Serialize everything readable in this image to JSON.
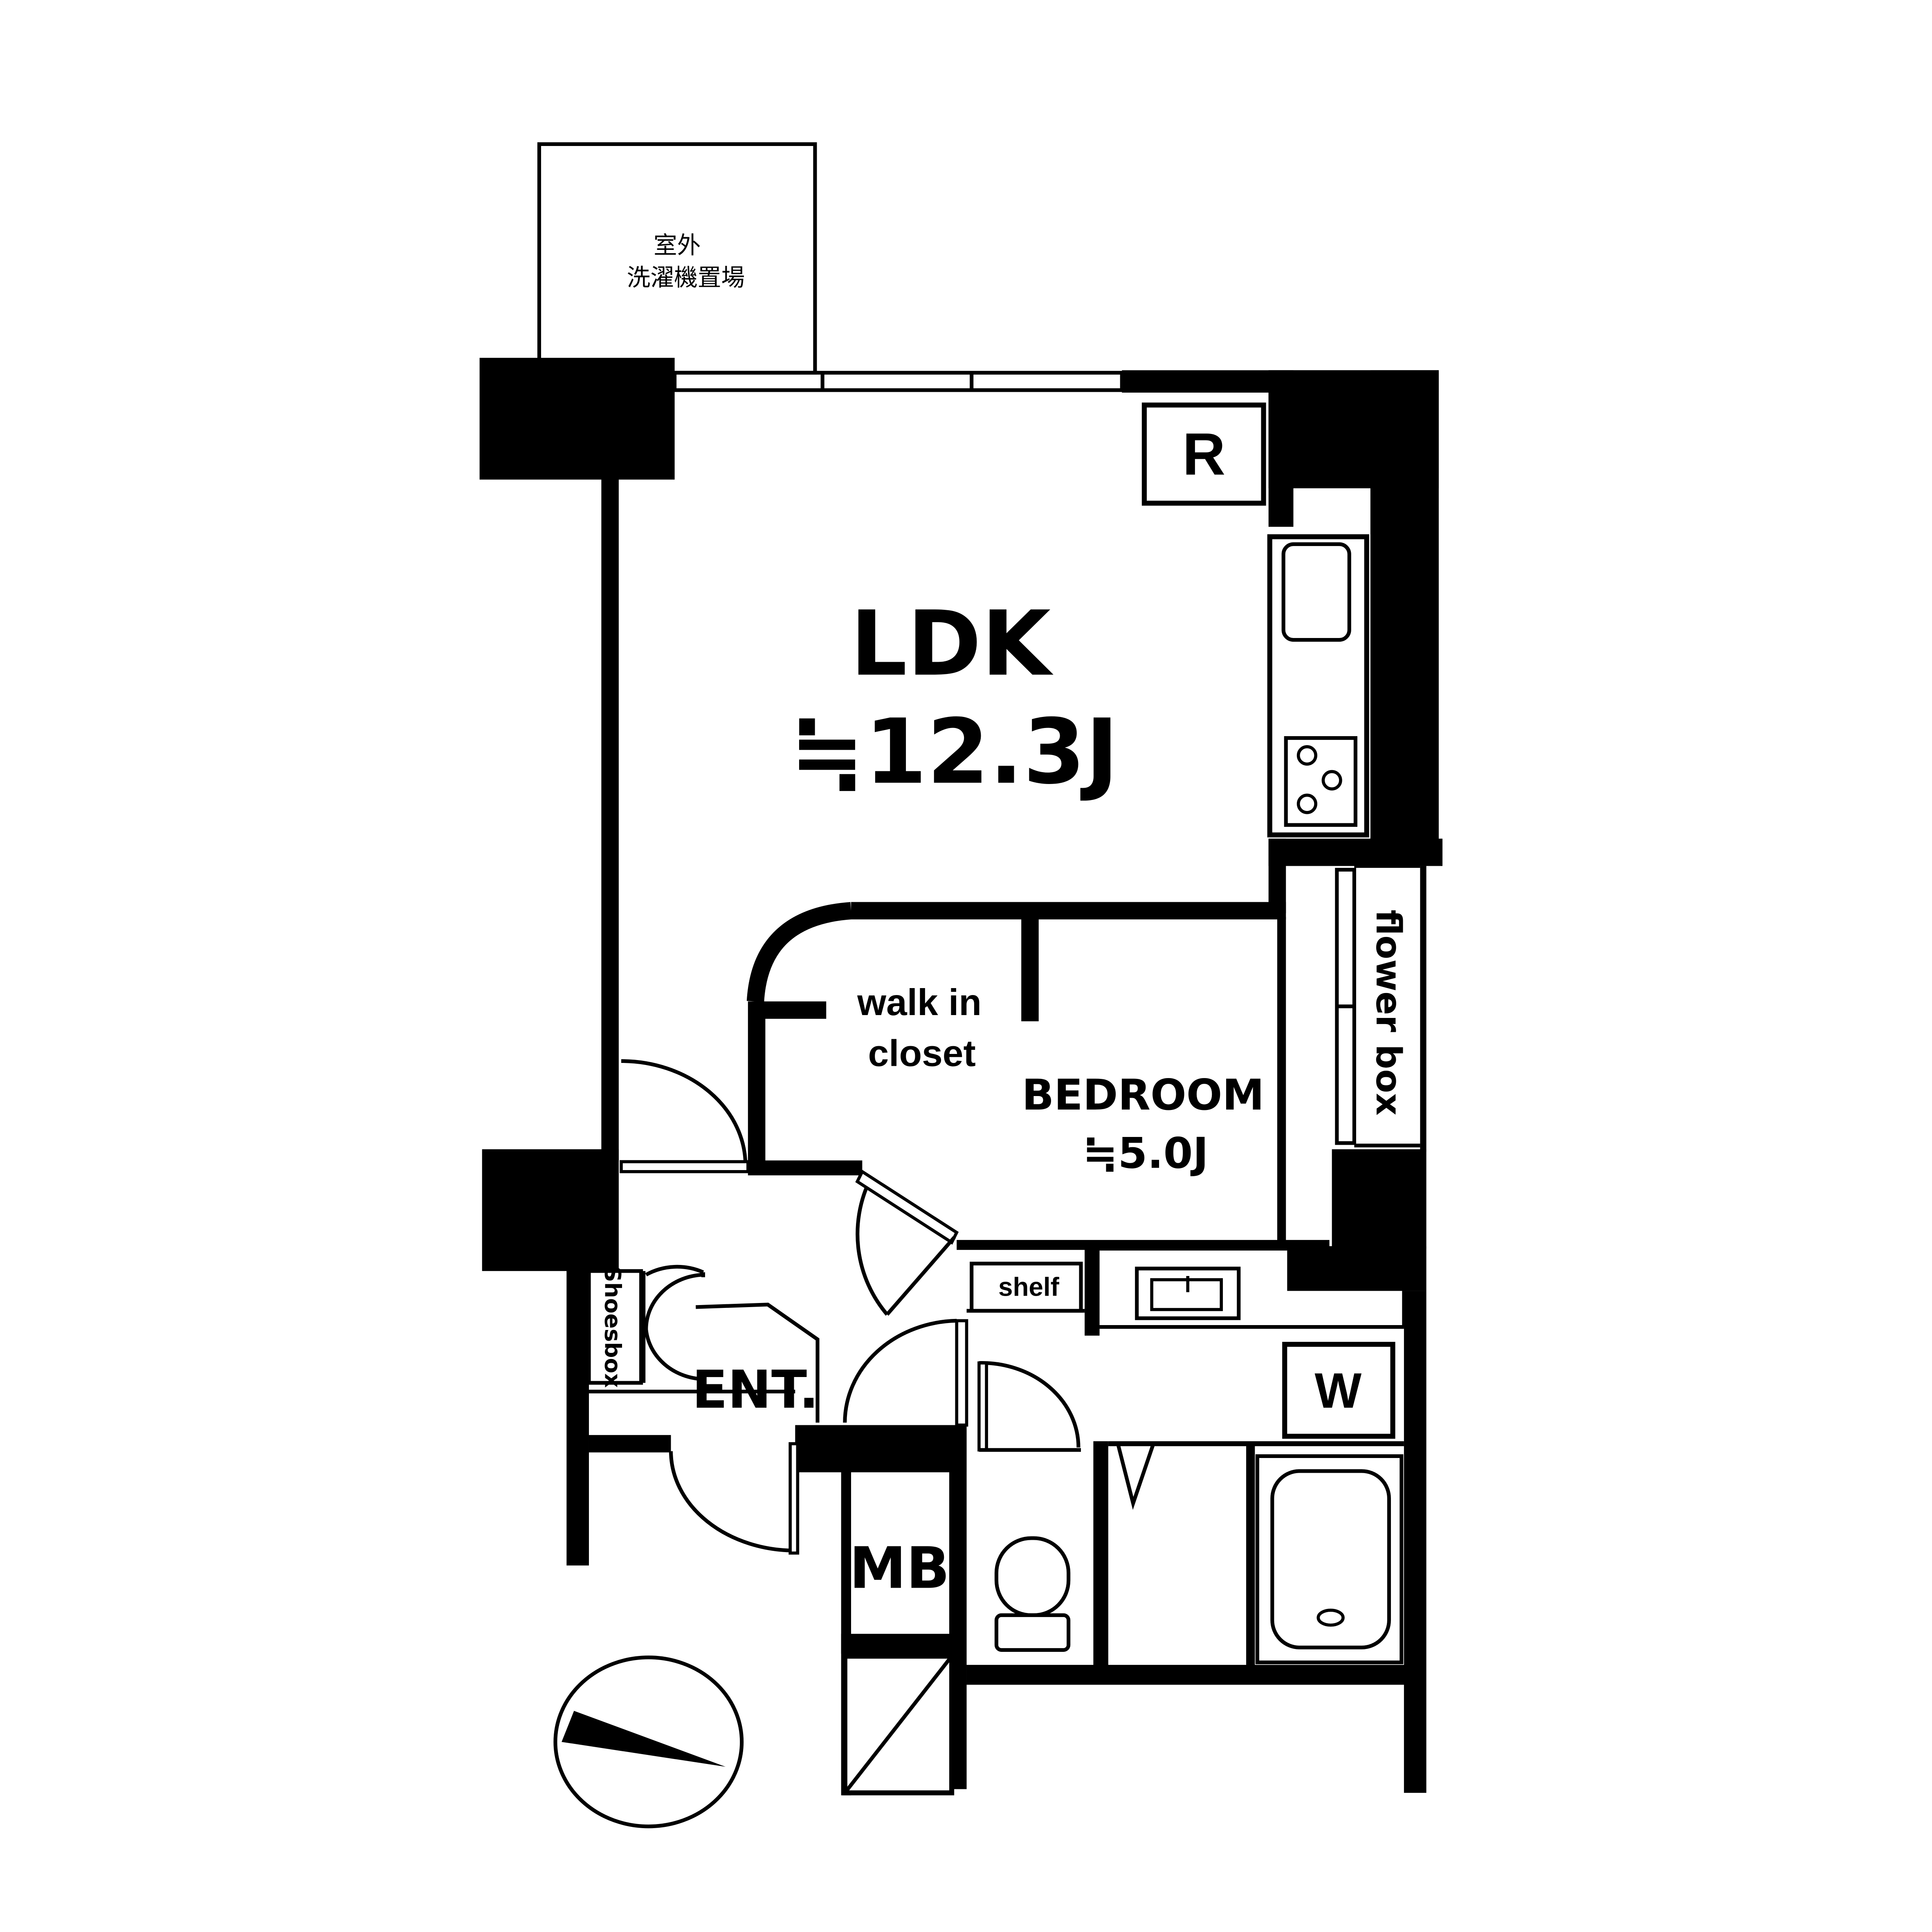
{
  "floorplan": {
    "outdoor_laundry": {
      "line1": "室外",
      "line2": "洗濯機置場"
    },
    "refrigerator_label": "R",
    "ldk": {
      "name": "LDK",
      "area": "≒12.3J"
    },
    "walk_in_closet": {
      "line1": "walk in",
      "line2": "closet"
    },
    "bedroom": {
      "name": "BEDROOM",
      "area": "≒5.0J"
    },
    "flower_box": "flower box",
    "shelf": "shelf",
    "washer_label": "W",
    "shoesbox": "Shoesbox",
    "entrance": "ENT.",
    "meter_box": "MB"
  }
}
